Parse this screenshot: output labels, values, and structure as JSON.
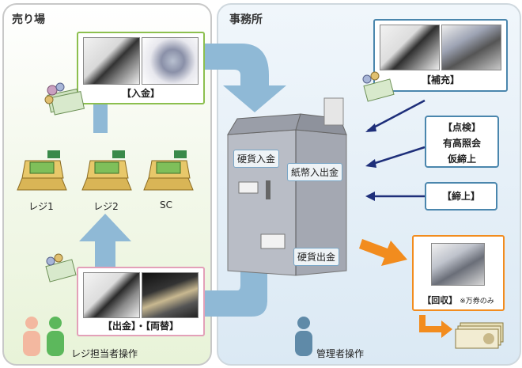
{
  "sales_floor": {
    "title": "売り場",
    "deposit_caption": "【入金】",
    "registers": [
      "レジ1",
      "レジ2",
      "SC"
    ],
    "payout_caption": "【出金】・【両替】",
    "operator_label": "レジ担当者操作"
  },
  "office": {
    "title": "事務所",
    "machine_labels": {
      "coin_in": "硬貨入金",
      "bill_io": "紙幣入出金",
      "coin_out": "硬貨出金"
    },
    "replenish_caption": "【補充】",
    "inspect": {
      "title": "【点検】",
      "line1": "有高照会",
      "line2": "仮締上"
    },
    "close": "【締上】",
    "collect_caption": "【回収】",
    "collect_note": "※万券のみ",
    "operator_label": "管理者操作"
  },
  "colors": {
    "sales_border": "#8cbf4e",
    "payout_border": "#e3a0b8",
    "office_border": "#4a86ad",
    "flow_arrow": "#8fb9d6",
    "orange_arrow": "#f28c1e",
    "navy_arrow": "#1e2f7a"
  },
  "icons": [
    "cash-register-icon",
    "banknote-icon",
    "person-icon"
  ]
}
